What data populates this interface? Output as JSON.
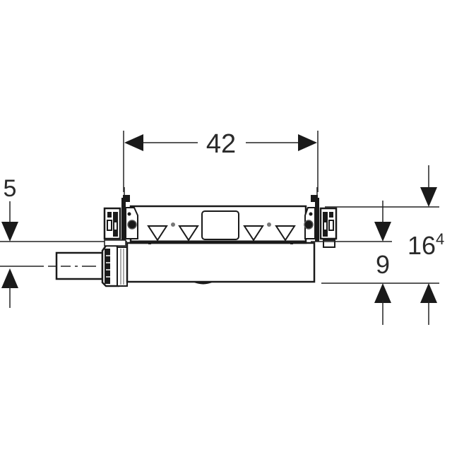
{
  "diagram": {
    "type": "technical-drawing",
    "subject": "Installation frame side view with dimensions",
    "background": "#ffffff",
    "line_color": "#1a1a1a",
    "dimensions": {
      "width_top": {
        "value": "42",
        "orientation": "horizontal"
      },
      "left_pipe_offset": {
        "value": "5",
        "orientation": "vertical"
      },
      "right_inner": {
        "value": "9",
        "orientation": "vertical"
      },
      "right_outer": {
        "value": "16",
        "superscript": "4",
        "orientation": "vertical"
      }
    }
  }
}
